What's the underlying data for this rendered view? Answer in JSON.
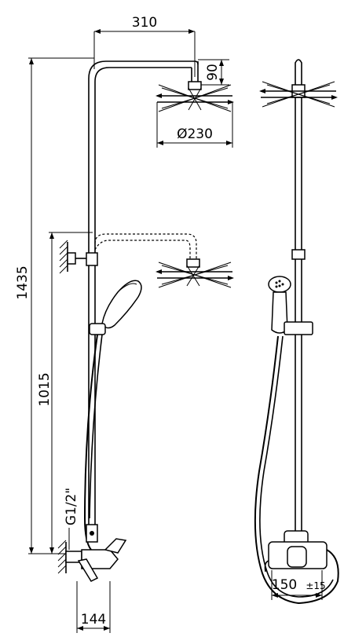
{
  "dimensions": {
    "arm_length": "310",
    "head_drop": "90",
    "head_diameter": "Ø230",
    "total_height": "1435",
    "min_height": "1015",
    "inlet_thread": "G1/2\"",
    "wall_offset": "144",
    "inlet_spacing": "150",
    "inlet_spacing_tolerance": "±15"
  },
  "icons": {
    "side_view": "shower-column-side-view",
    "front_view": "shower-column-front-view"
  },
  "colors": {
    "line": "#000000",
    "background": "#ffffff"
  }
}
